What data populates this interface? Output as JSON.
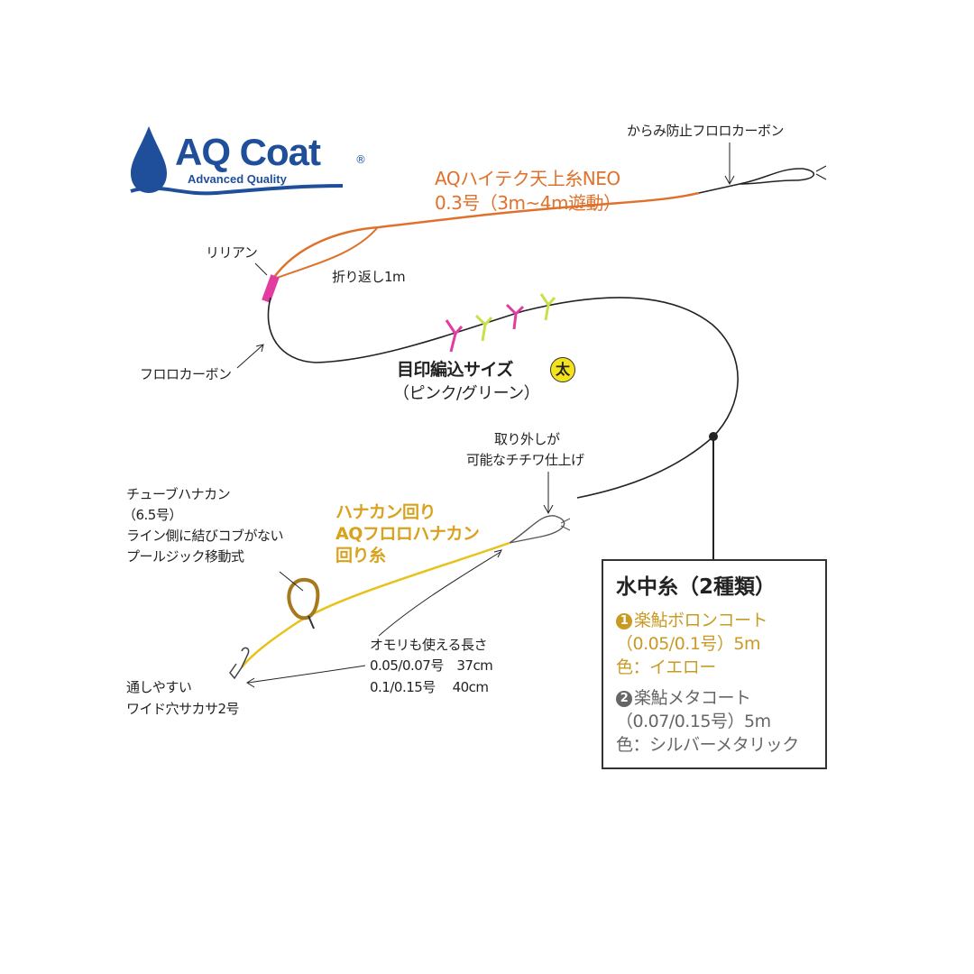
{
  "logo": {
    "name": "AQ Coat",
    "subtitle": "Advanced Quality",
    "registered": "®"
  },
  "labels": {
    "anti_tangle": "からみ防止フロロカーボン",
    "tenjou_line_1": "AQハイテク天上糸NEO",
    "tenjou_line_2": "0.3号（3m~4m遊動）",
    "lilian": "リリアン",
    "fold_back": "折り返し1m",
    "fluorocarbon": "フロロカーボン",
    "marker_1": "目印編込サイズ",
    "marker_badge": "太",
    "marker_2": "（ピンク/グリーン）",
    "removable_1": "取り外しが",
    "removable_2": "可能なチチワ仕上げ",
    "tube_1": "チューブハナカン",
    "tube_2": "（6.5号）",
    "tube_3": "ライン側に結びコブがない",
    "tube_4": "プールジック移動式",
    "hanakan_1": "ハナカン回り",
    "hanakan_2": "AQフロロハナカン",
    "hanakan_3": "回り糸",
    "length_1": "オモリも使える長さ",
    "length_2": "0.05/0.07号　37cm",
    "length_3": "0.1/0.15号　 40cm",
    "hook_1": "通しやすい",
    "hook_2": "ワイド穴サカサ2号"
  },
  "box": {
    "title": "水中糸（2種類）",
    "item1": {
      "num": "1",
      "name": "楽鮎ボロンコート",
      "spec": "（0.05/0.1号）5m",
      "color": "色：イエロー"
    },
    "item2": {
      "num": "2",
      "name": "楽鮎メタコート",
      "spec": "（0.07/0.15号）5m",
      "color": "色：シルバーメタリック"
    }
  },
  "colors": {
    "orange": "#e0712c",
    "gold": "#d9a21d",
    "blue": "#1f4f9a",
    "pink": "#e23ca0",
    "green": "#c8e04a"
  }
}
